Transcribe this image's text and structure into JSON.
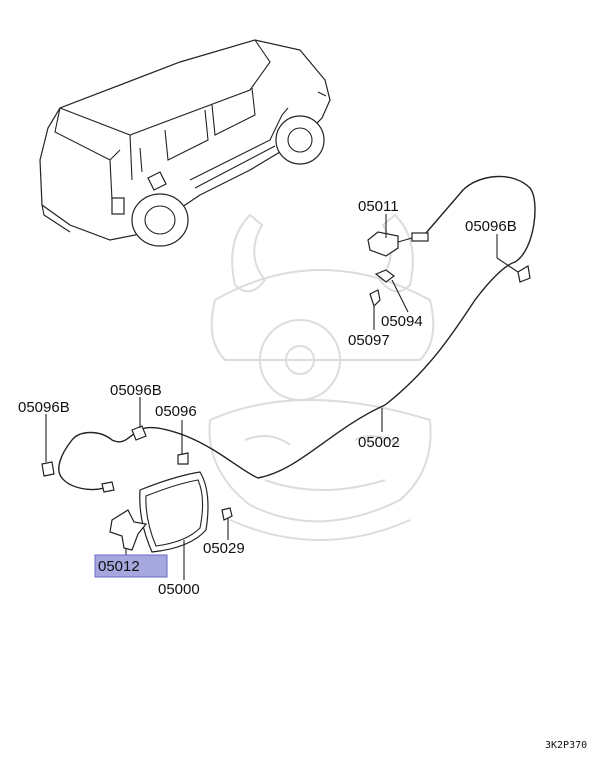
{
  "labels": {
    "p05011": "05011",
    "p05096b_tr": "05096B",
    "p05094": "05094",
    "p05097": "05097",
    "p05096b_l": "05096B",
    "p05096b_m": "05096B",
    "p05096": "05096",
    "p05002": "05002",
    "p05029": "05029",
    "p05012": "05012",
    "p05000": "05000"
  },
  "diagram_code": "3K2P370",
  "colors": {
    "highlight": "#a7a7e0",
    "highlight_border": "#6a6ac0",
    "line": "#222222",
    "watermark": "#dcdcdc"
  }
}
